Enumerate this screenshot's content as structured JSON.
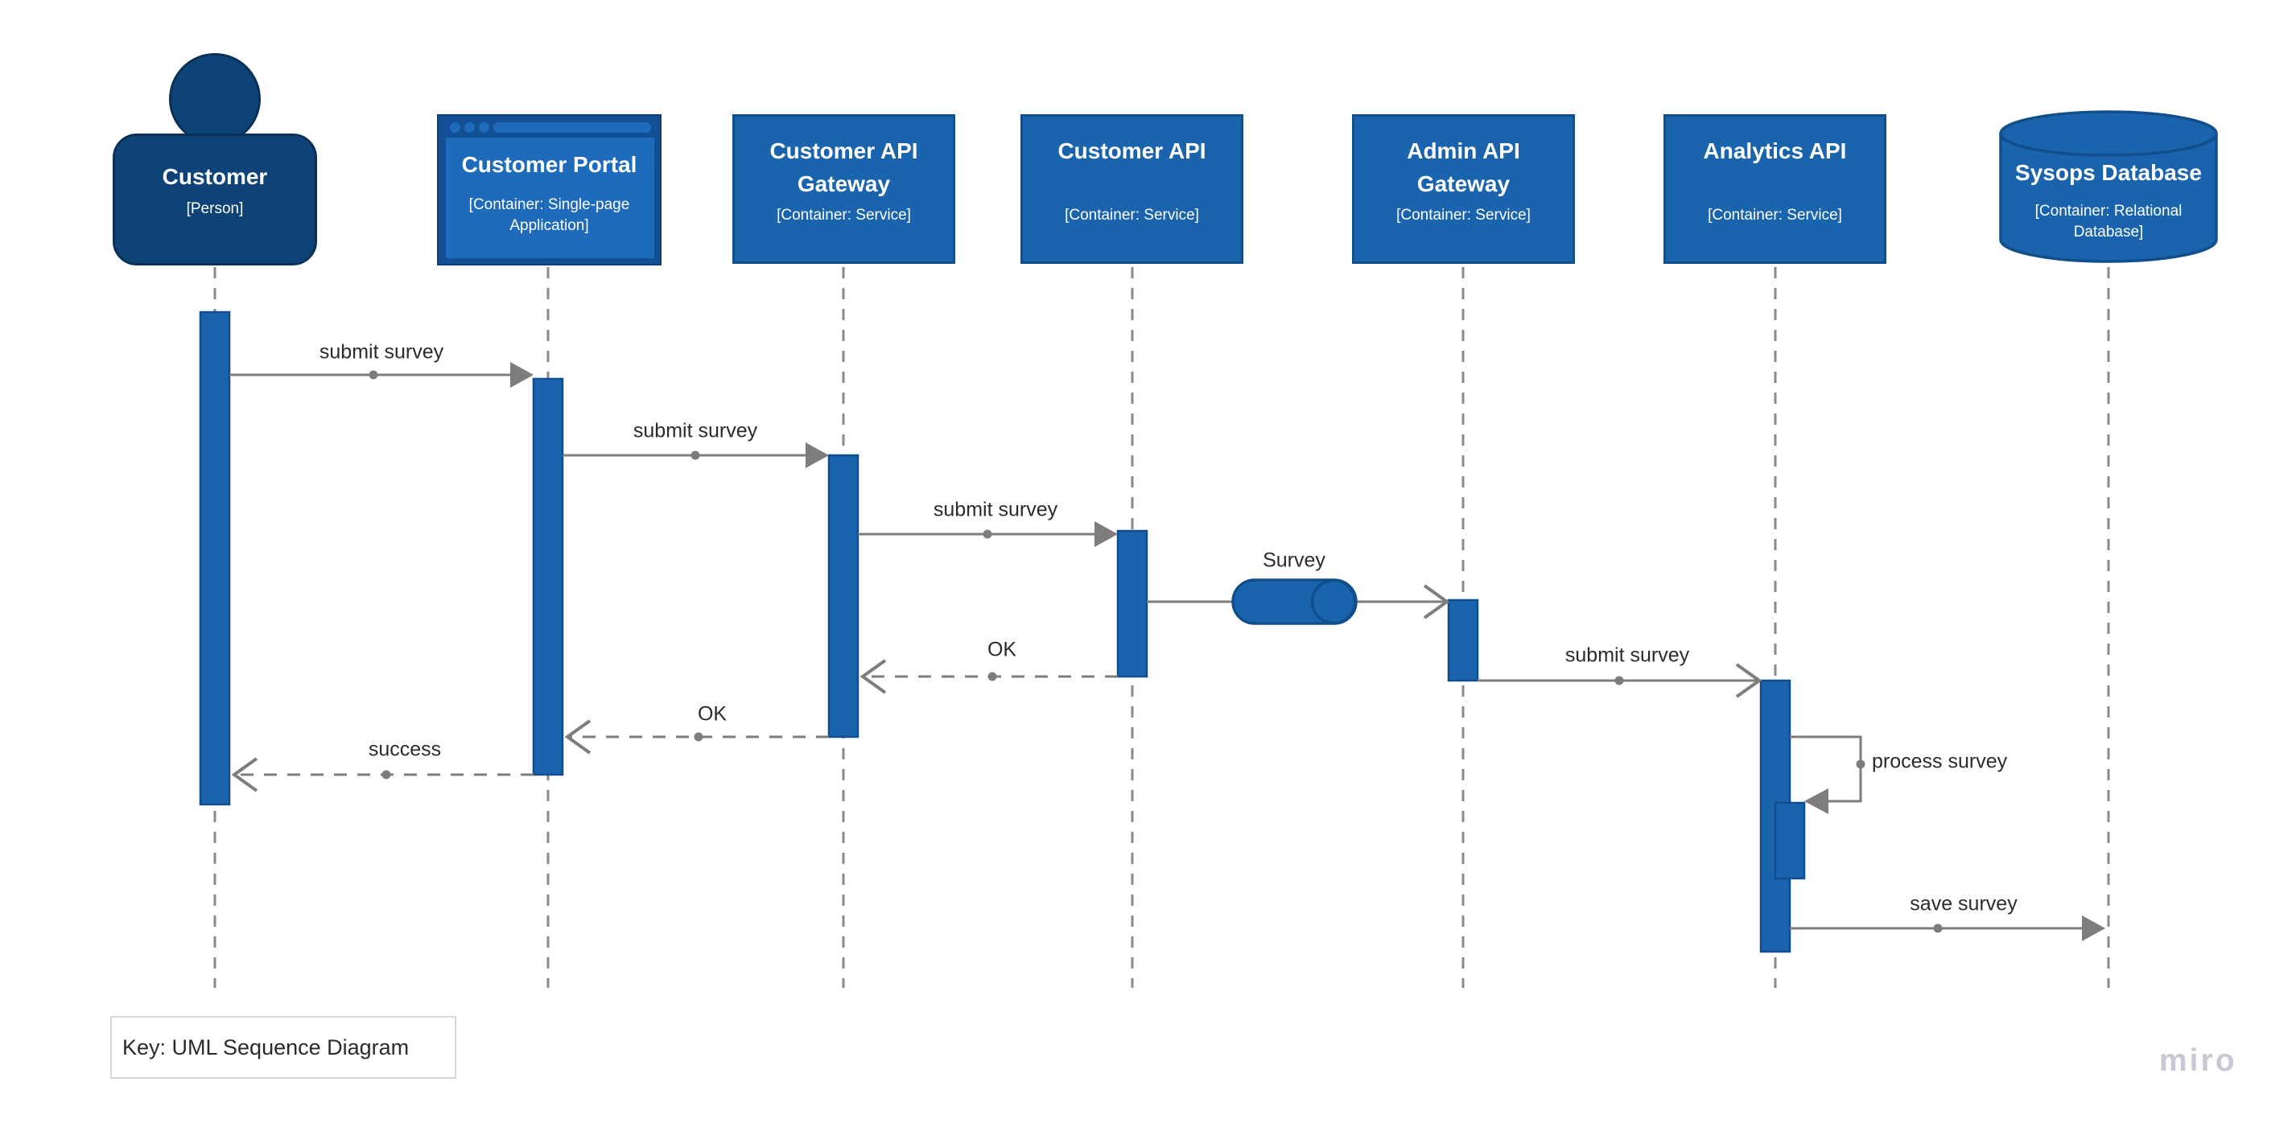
{
  "diagram": {
    "kind": "UML sequence diagram (C4 container style)",
    "key_label": "Key: UML Sequence Diagram",
    "watermark": "miro"
  },
  "colors": {
    "service_fill": "#1a64ae",
    "service_border": "#114e8c",
    "person_fill": "#0e4378",
    "person_border": "#0a3058",
    "browser_frame": "#134f94",
    "browser_inner": "#1d6bba",
    "arrow_gray": "#7d7d7d",
    "lifeline_gray": "#8a8a8a",
    "label_text": "#2b2b2b",
    "watermark_gray": "#c8c8d4",
    "background": "#ffffff"
  },
  "participants": [
    {
      "id": "customer",
      "name": "Customer",
      "meta": "[Person]",
      "type": "person"
    },
    {
      "id": "customer-portal",
      "name": "Customer Portal",
      "meta": "[Container: Single-page Application]",
      "type": "browser"
    },
    {
      "id": "customer-api-gateway",
      "name": "Customer API Gateway",
      "meta": "[Container: Service]",
      "type": "box"
    },
    {
      "id": "customer-api",
      "name": "Customer API",
      "meta": "[Container: Service]",
      "type": "box"
    },
    {
      "id": "admin-api-gateway",
      "name": "Admin API Gateway",
      "meta": "[Container: Service]",
      "type": "box"
    },
    {
      "id": "analytics-api",
      "name": "Analytics API",
      "meta": "[Container: Service]",
      "type": "box"
    },
    {
      "id": "sysops-database",
      "name": "Sysops Database",
      "meta": "[Container: Relational Database]",
      "type": "database"
    }
  ],
  "messages": [
    {
      "label": "submit survey",
      "from": "customer",
      "to": "customer-portal",
      "style": "solid-filled-arrow"
    },
    {
      "label": "submit survey",
      "from": "customer-portal",
      "to": "customer-api-gateway",
      "style": "solid-filled-arrow"
    },
    {
      "label": "submit survey",
      "from": "customer-api-gateway",
      "to": "customer-api",
      "style": "solid-filled-arrow"
    },
    {
      "label": "Survey",
      "from": "customer-api",
      "to": "admin-api-gateway",
      "style": "queue-async-arrow"
    },
    {
      "label": "OK",
      "from": "customer-api",
      "to": "customer-api-gateway",
      "style": "dashed-return"
    },
    {
      "label": "submit survey",
      "from": "admin-api-gateway",
      "to": "analytics-api",
      "style": "solid-open-arrow"
    },
    {
      "label": "OK",
      "from": "customer-api-gateway",
      "to": "customer-portal",
      "style": "dashed-return"
    },
    {
      "label": "success",
      "from": "customer-portal",
      "to": "customer",
      "style": "dashed-return"
    },
    {
      "label": "process survey",
      "from": "analytics-api",
      "to": "analytics-api",
      "style": "self-call"
    },
    {
      "label": "save survey",
      "from": "analytics-api",
      "to": "sysops-database",
      "style": "solid-filled-arrow"
    }
  ]
}
